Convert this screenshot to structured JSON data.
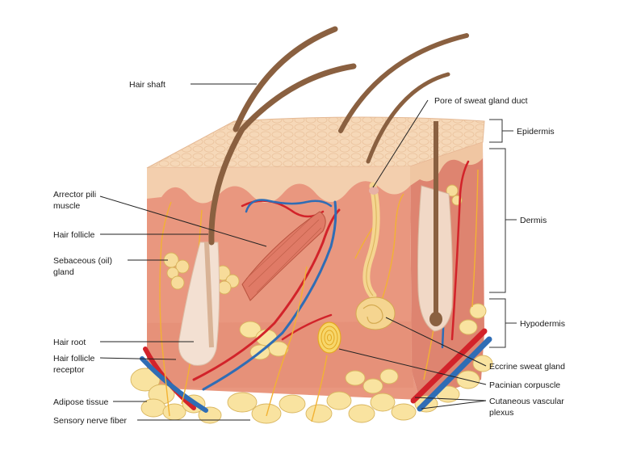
{
  "labels": {
    "hair_shaft": "Hair shaft",
    "pore_sweat_duct": "Pore of sweat gland duct",
    "epidermis": "Epidermis",
    "dermis": "Dermis",
    "hypodermis": "Hypodermis",
    "arrector_pili": [
      "Arrector pili",
      "muscle"
    ],
    "hair_follicle": "Hair follicle",
    "sebaceous_gland": [
      "Sebaceous (oil)",
      "gland"
    ],
    "hair_root": "Hair root",
    "hair_follicle_receptor": [
      "Hair follicle",
      "receptor"
    ],
    "adipose_tissue": "Adipose tissue",
    "sensory_nerve_fiber": "Sensory nerve fiber",
    "eccrine_sweat_gland": "Eccrine sweat gland",
    "pacinian_corpuscle": "Pacinian corpuscle",
    "cutaneous_vascular_plexus": [
      "Cutaneous vascular",
      "plexus"
    ]
  },
  "colors": {
    "epidermis_top": "#f6d8b8",
    "epidermis_front": "#f3cfae",
    "dermis_front": "#e9977f",
    "dermis_side": "#de8470",
    "hair": "#8a6040",
    "adipose": "#f9e3a0",
    "artery": "#d2232a",
    "vein": "#2f6db5",
    "nerve": "#f2b233"
  }
}
